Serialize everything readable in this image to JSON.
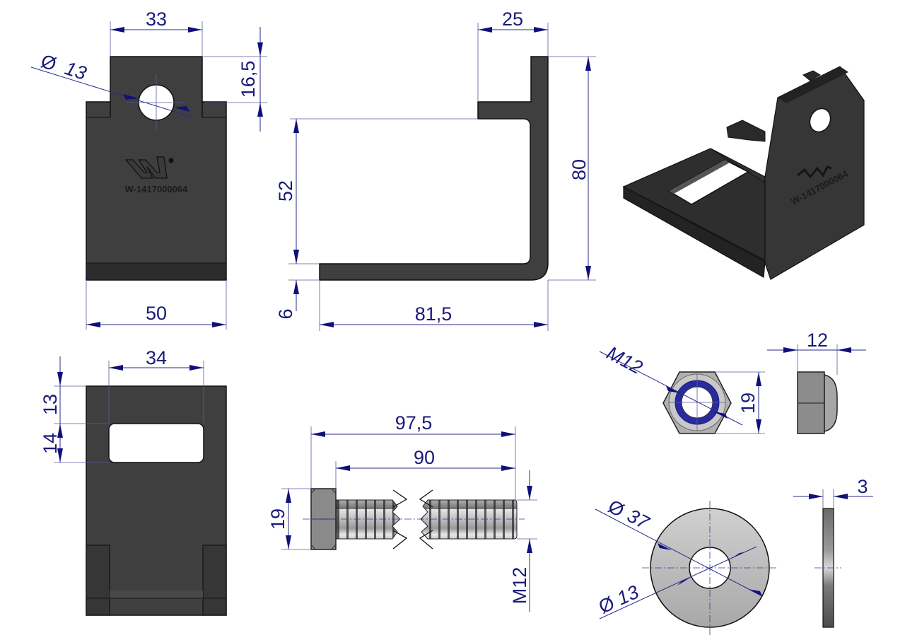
{
  "bracket": {
    "part_number": "W-1417000064",
    "logo_text": "W",
    "front_view": {
      "tab_width": "33",
      "hole_diameter_symbol": "Ø",
      "hole_diameter": "13",
      "tab_height": "16,5",
      "base_width": "50"
    },
    "side_view": {
      "flange_depth": "25",
      "total_height": "80",
      "inner_height": "52",
      "thickness": "6",
      "total_length": "81,5"
    },
    "bottom_view": {
      "slot_length": "34",
      "slot_offset": "13",
      "slot_width": "14"
    }
  },
  "bolt": {
    "total_length": "97,5",
    "shank_length": "90",
    "head_height": "19",
    "thread": "M12"
  },
  "nut": {
    "thread": "M12",
    "across_flats": "19",
    "height": "12"
  },
  "washer": {
    "diameter_symbol": "Ø",
    "outer_diameter": "37",
    "inner_diameter": "13",
    "thickness": "3"
  },
  "colors": {
    "dimension": "#1a1a7a",
    "part": "#3f3f3f",
    "steel": "#b8b8b8",
    "nylon_insert": "#2a2aa0"
  }
}
